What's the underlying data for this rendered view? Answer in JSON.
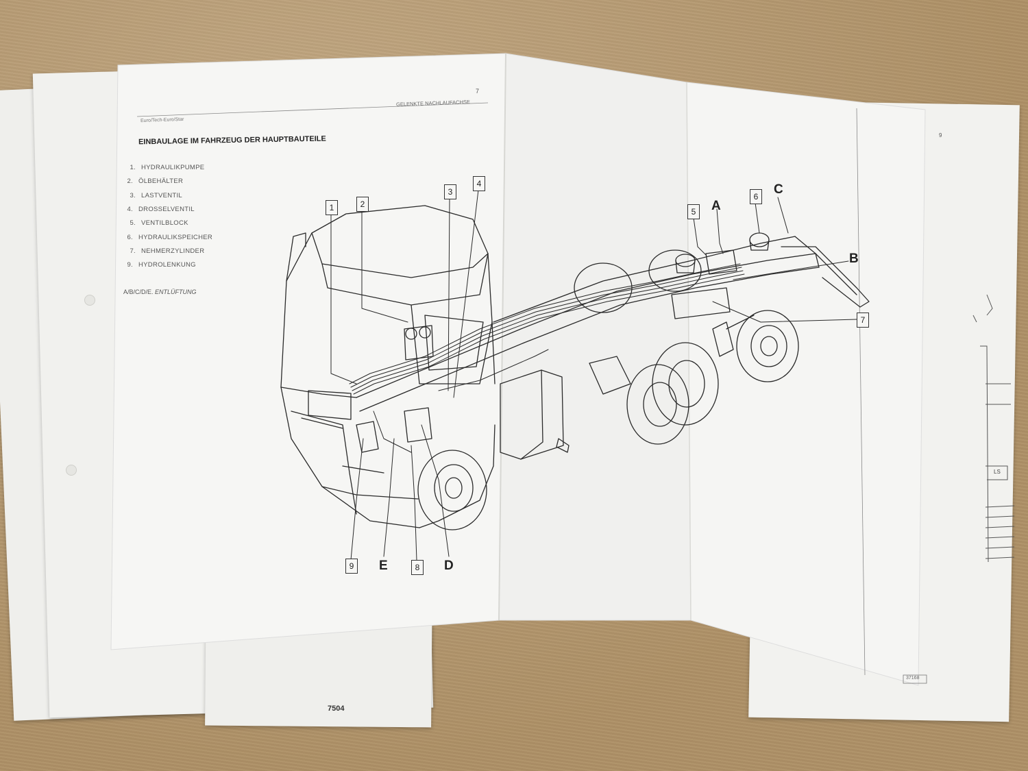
{
  "header": {
    "left_small": "Euro/Tech-Euro/Star",
    "center_small": "GELENKTE NACHLAUFACHSE",
    "page_left": "7",
    "page_right": "9"
  },
  "title": "EINBAULAGE IM FAHRZEUG DER HAUPTBAUTEILE",
  "legend": [
    {
      "num": "1.",
      "label": "HYDRAULIKPUMPE"
    },
    {
      "num": "2.",
      "label": "ÖLBEHÄLTER"
    },
    {
      "num": "3.",
      "label": "LASTVENTIL"
    },
    {
      "num": "4.",
      "label": "DROSSELVENTIL"
    },
    {
      "num": "5.",
      "label": "VENTILBLOCK"
    },
    {
      "num": "6.",
      "label": "HYDRAULIKSPEICHER"
    },
    {
      "num": "7.",
      "label": "NEHMERZYLINDER"
    },
    {
      "num": "9.",
      "label": "HYDROLENKUNG"
    }
  ],
  "venting_note": {
    "codes": "A/B/C/D/E.",
    "label": "ENTLÜFTUNG"
  },
  "callouts": {
    "n1": "1",
    "n2": "2",
    "n3": "3",
    "n4": "4",
    "n5": "5",
    "n6": "6",
    "n7": "7",
    "n8": "8",
    "n9": "9"
  },
  "letters": {
    "A": "A",
    "B": "B",
    "C": "C",
    "D": "D",
    "E": "E"
  },
  "figure_code": "37168",
  "bottom_sheet_number": "7504",
  "right_sheet_label": "LS"
}
